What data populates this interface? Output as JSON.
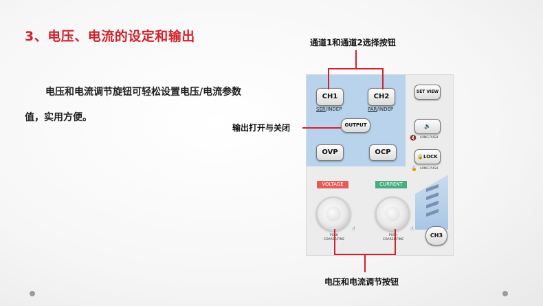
{
  "title": "3、电压、电流的设定和输出",
  "body": {
    "line1": "电压和电流调节旋钮可轻松设置电压/电流参数",
    "line2": "值，实用方便。"
  },
  "callouts": {
    "channel_select": "通道1和通道2选择按钮",
    "output_toggle": "输出打开与关闭",
    "adjust_knobs": "电压和电流调节按钮"
  },
  "panel": {
    "ch1": "CH1",
    "ch1_sub_a": "SER",
    "ch1_sub_b": "/INDEP",
    "ch2": "CH2",
    "ch2_sub_a": "PAR",
    "ch2_sub_b": "/INDEP",
    "output": "OUTPUT",
    "ovp": "OVP",
    "ocp": "OCP",
    "set_view": "SET VIEW",
    "long_push_1": "LONG PUSH",
    "lock": "LOCK",
    "long_push_2": "LONG PUSH",
    "voltage": "VOLTAGE",
    "current": "CURRENT",
    "push_1": "PUSH",
    "coarse_fine_1": "COARSE/FINE",
    "push_2": "PUSH",
    "coarse_fine_2": "COARSE/FINE",
    "ch3": "CH3",
    "icons": {
      "sound": "speaker-icon",
      "mute": "mute-icon",
      "lock": "padlock-icon",
      "press": "press-icon"
    }
  },
  "colors": {
    "title": "#d3202a",
    "callout_line": "#d3202a",
    "panel_blue": "#b9d3ec",
    "voltage_tag": "#e65a57",
    "current_tag": "#48ad80"
  }
}
